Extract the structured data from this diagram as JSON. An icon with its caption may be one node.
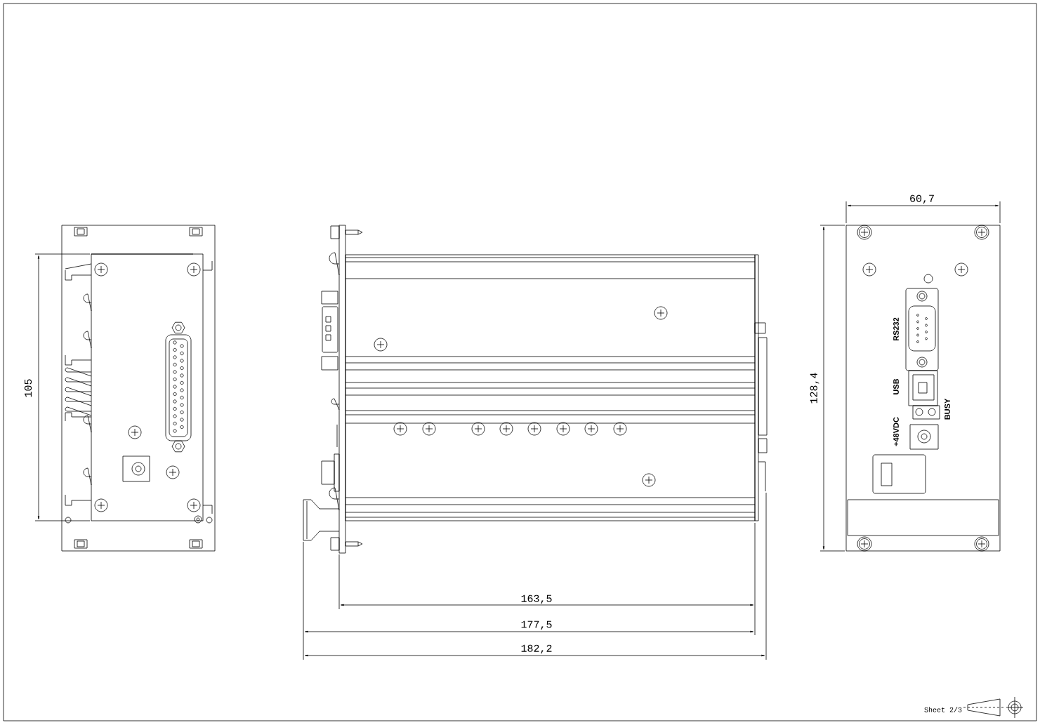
{
  "diagram": {
    "labels": [
      "60,7",
      "RS232",
      "USB",
      "BUSY",
      "+48VDC",
      "105",
      "128,4",
      "163,5",
      "177,5",
      "182,2",
      "Sheet 2/3"
    ]
  }
}
